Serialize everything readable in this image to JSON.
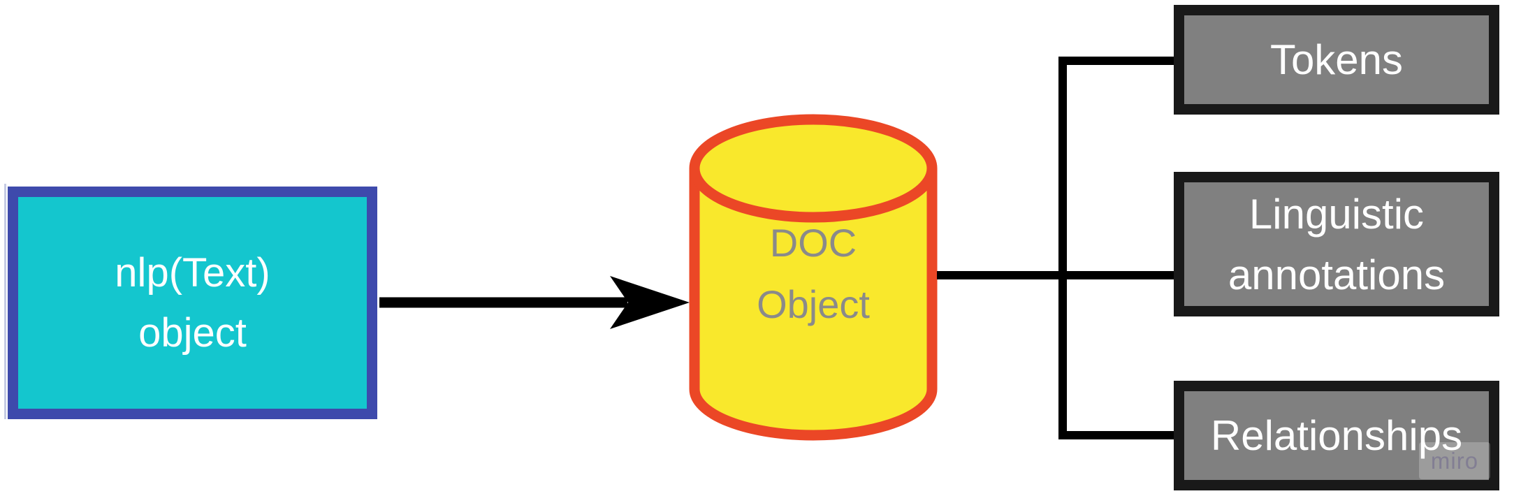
{
  "diagram": {
    "background_color": "#ffffff",
    "connector_color": "#000000",
    "input_box": {
      "label": "nlp(Text)\nobject",
      "fill": "#14c6ce",
      "border_color": "#3e4aac",
      "text_color": "#ffffff"
    },
    "doc_cylinder": {
      "label": "DOC\nObject",
      "fill": "#f9e82c",
      "border_color": "#eb4726",
      "text_color": "#8a8a8a"
    },
    "output_boxes": [
      {
        "label": "Tokens"
      },
      {
        "label": "Linguistic annotations"
      },
      {
        "label": "Relationships"
      }
    ],
    "output_box_style": {
      "fill": "#808080",
      "border_color": "#191919",
      "text_color": "#ffffff"
    },
    "watermark": {
      "label": "miro"
    }
  }
}
